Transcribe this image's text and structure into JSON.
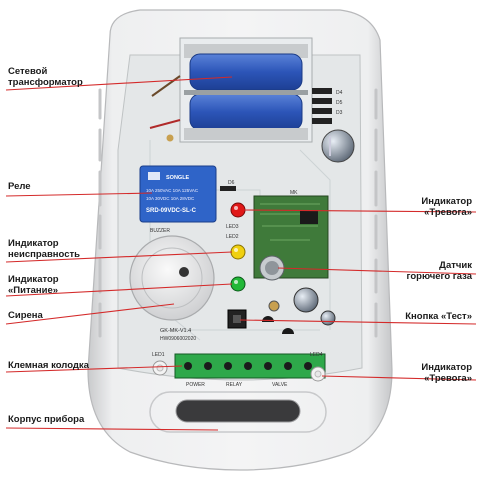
{
  "left_labels": [
    {
      "id": "transformer",
      "lines": [
        "Сетевой",
        "трансформатор"
      ]
    },
    {
      "id": "relay",
      "lines": [
        "Реле"
      ]
    },
    {
      "id": "fault-indicator",
      "lines": [
        "Индикатор",
        "неисправность"
      ]
    },
    {
      "id": "power-indicator",
      "lines": [
        "Индикатор",
        "«Питание»"
      ]
    },
    {
      "id": "siren",
      "lines": [
        "Сирена"
      ]
    },
    {
      "id": "terminal-block",
      "lines": [
        "Клемная колодка"
      ]
    },
    {
      "id": "device-housing",
      "lines": [
        "Корпус прибора"
      ]
    }
  ],
  "right_labels": [
    {
      "id": "alarm-indicator-top",
      "lines": [
        "Индикатор",
        "«Тревога»"
      ]
    },
    {
      "id": "gas-sensor",
      "lines": [
        "Датчик",
        "горючего газа"
      ]
    },
    {
      "id": "test-button",
      "lines": [
        "Кнопка «Тест»"
      ]
    },
    {
      "id": "alarm-indicator-bottom",
      "lines": [
        "Индикатор",
        "«Тревога»"
      ]
    }
  ],
  "board_text": {
    "relay_brand": "SONGLE",
    "relay_spec1": "10A 250VAC  10A 125VAC",
    "relay_spec2": "10A 30VDC   10A 28VDC",
    "relay_model": "SRD-09VDC-SL-C",
    "board_model": "GK-MK-V1.4",
    "board_date": "HW0906002020",
    "buzzer_label": "BUZZER",
    "d4": "D4",
    "d5": "D5",
    "d6": "D6",
    "d3": "D3",
    "led_1": "LED1",
    "led_2": "LED2",
    "led_3": "LED3",
    "led_4": "LED4",
    "terminal_power": "POWER",
    "terminal_relay": "RELAY",
    "terminal_valve": "VALVE",
    "module_mk": "MK"
  },
  "colors": {
    "label_line": "#d42a2a",
    "housing": "#e6e6e8",
    "pcb": "#dfe3e4",
    "transformer_coil": "#2c55b8",
    "relay": "#2f64c8",
    "terminal": "#2ea84a",
    "led_red": "#e01818",
    "led_yellow": "#f0d010",
    "led_green": "#22b838"
  }
}
